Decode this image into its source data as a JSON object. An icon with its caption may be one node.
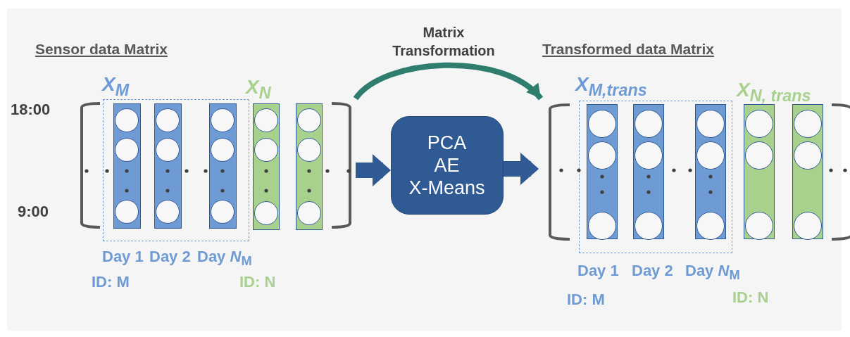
{
  "diagram": {
    "nodes": [
      {
        "text": [
          "Sensor data Matrix"
        ]
      },
      {
        "text": [
          "X$_{M}$"
        ],
        "in": 0
      },
      {
        "text": [],
        "shape": "bar",
        "in": 1,
        "beside": [
          "Day 1"
        ]
      },
      {
        "text": [],
        "shape": "bar",
        "in": 1,
        "beside": [
          "Day 2"
        ]
      },
      {
        "text": [],
        "shape": "bar",
        "in": 1,
        "beside": [
          "Day *N*$_{M}$"
        ]
      },
      {
        "text": [],
        "shape": "bar",
        "in": 0
      },
      {
        "text": [],
        "shape": "bar",
        "in": 0
      },
      {
        "text": [
          "PCA",
          "AE",
          "X-Means"
        ]
      },
      {
        "text": [
          "Transformed data Matrix"
        ]
      },
      {
        "text": [
          "X$_{M,trans}$"
        ],
        "in": 8
      },
      {
        "text": [],
        "shape": "bar",
        "in": 9,
        "beside": [
          "Day 1"
        ]
      },
      {
        "text": [],
        "shape": "bar",
        "in": 9,
        "beside": [
          "Day 2"
        ]
      },
      {
        "text": [],
        "shape": "bar",
        "in": 9,
        "beside": [
          "Day *N*$_{M}$"
        ]
      },
      {
        "text": [],
        "shape": "bar",
        "in": 8
      },
      {
        "text": [],
        "shape": "bar",
        "in": 8
      }
    ],
    "edges": [
      {
        "from": 0,
        "to": 7,
        "arrow": "to"
      },
      {
        "from": 7,
        "to": 8,
        "arrow": "to"
      },
      {
        "from": 0,
        "to": 8,
        "arrow": "to",
        "label": "Matrix Transformation",
        "color": "#2e7d6e"
      }
    ],
    "labels": [
      "18:00",
      "9:00",
      "X$_{N}$",
      "ID: M",
      "ID: N",
      "X$_{N, trans}$",
      "ID: M",
      "ID: N"
    ]
  }
}
